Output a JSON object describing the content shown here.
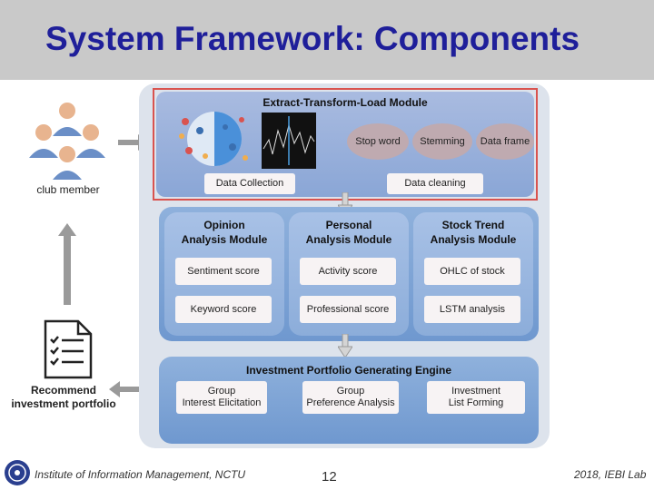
{
  "slide": {
    "title": "System Framework: Components"
  },
  "people": {
    "label": "club member"
  },
  "recommend": {
    "label_line1": "Recommend",
    "label_line2": "investment portfolio"
  },
  "etl": {
    "title": "Extract-Transform-Load Module",
    "ovals": [
      "Stop word",
      "Stemming",
      "Data frame"
    ],
    "data_collection": "Data Collection",
    "data_cleaning": "Data cleaning"
  },
  "modules": {
    "opinion": {
      "title_line1": "Opinion",
      "title_line2": "Analysis Module",
      "items": [
        "Sentiment score",
        "Keyword score"
      ]
    },
    "personal": {
      "title_line1": "Personal",
      "title_line2": "Analysis Module",
      "items": [
        "Activity score",
        "Professional score"
      ]
    },
    "stock": {
      "title_line1": "Stock Trend",
      "title_line2": "Analysis Module",
      "items": [
        "OHLC of stock",
        "LSTM analysis"
      ]
    }
  },
  "engine": {
    "title": "Investment Portfolio Generating Engine",
    "items": [
      {
        "line1": "Group",
        "line2": "Interest Elicitation"
      },
      {
        "line1": "Group",
        "line2": "Preference Analysis"
      },
      {
        "line1": "Investment",
        "line2": "List Forming"
      }
    ]
  },
  "footer": {
    "institute": "Institute of Information Management, NCTU",
    "page": "12",
    "lab": "2018, IEBI Lab"
  },
  "colors": {
    "title": "#1f1f9a",
    "section": "#7fa4d6",
    "etl_border": "#d9534f",
    "oval": "#bfaab0"
  }
}
